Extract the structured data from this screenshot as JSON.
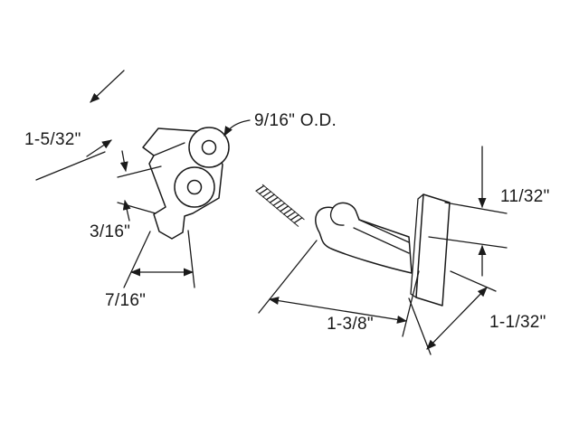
{
  "diagram": {
    "colors": {
      "line": "#1a1a1a",
      "background": "#ffffff"
    },
    "labels": {
      "roller_od": "9/16\" O.D.",
      "bracket_height": "1-5/32\"",
      "foot_offset": "3/16\"",
      "bracket_width": "7/16\"",
      "clip_height": "11/32\"",
      "clip_length": "1-3/8\"",
      "plate_height": "1-1/32\""
    }
  }
}
